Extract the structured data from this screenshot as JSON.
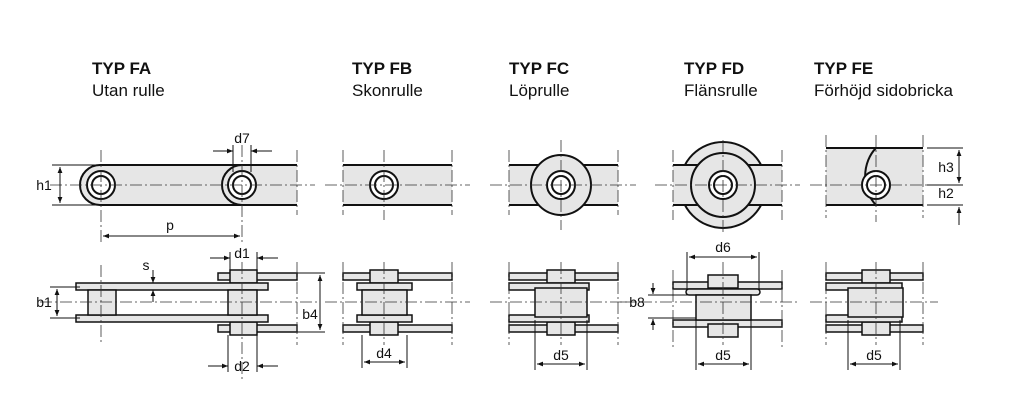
{
  "types": [
    {
      "code": "TYP FA",
      "name": "Utan rulle"
    },
    {
      "code": "TYP FB",
      "name": "Skonrulle"
    },
    {
      "code": "TYP FC",
      "name": "Löprulle"
    },
    {
      "code": "TYP FD",
      "name": "Flänsrulle"
    },
    {
      "code": "TYP FE",
      "name": "Förhöjd sidobricka"
    }
  ],
  "dims": {
    "h1": "h1",
    "d7": "d7",
    "p": "p",
    "s": "s",
    "d1": "d1",
    "b1": "b1",
    "b4": "b4",
    "d2": "d2",
    "d4": "d4",
    "d5": "d5",
    "d6": "d6",
    "b8": "b8",
    "h2": "h2",
    "h3": "h3"
  }
}
